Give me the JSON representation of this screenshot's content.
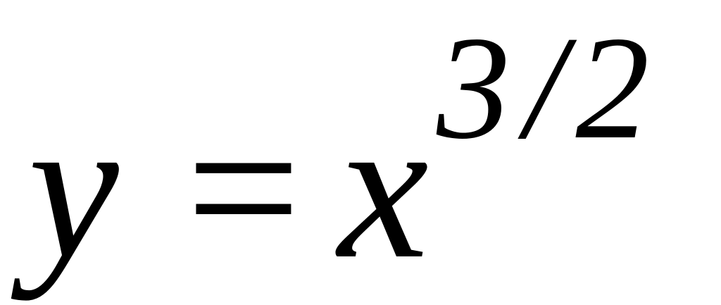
{
  "equation": {
    "lhs": "y",
    "operator": "=",
    "base": "x",
    "exponent": {
      "numerator": "3",
      "slash": "/",
      "denominator": "2"
    }
  }
}
